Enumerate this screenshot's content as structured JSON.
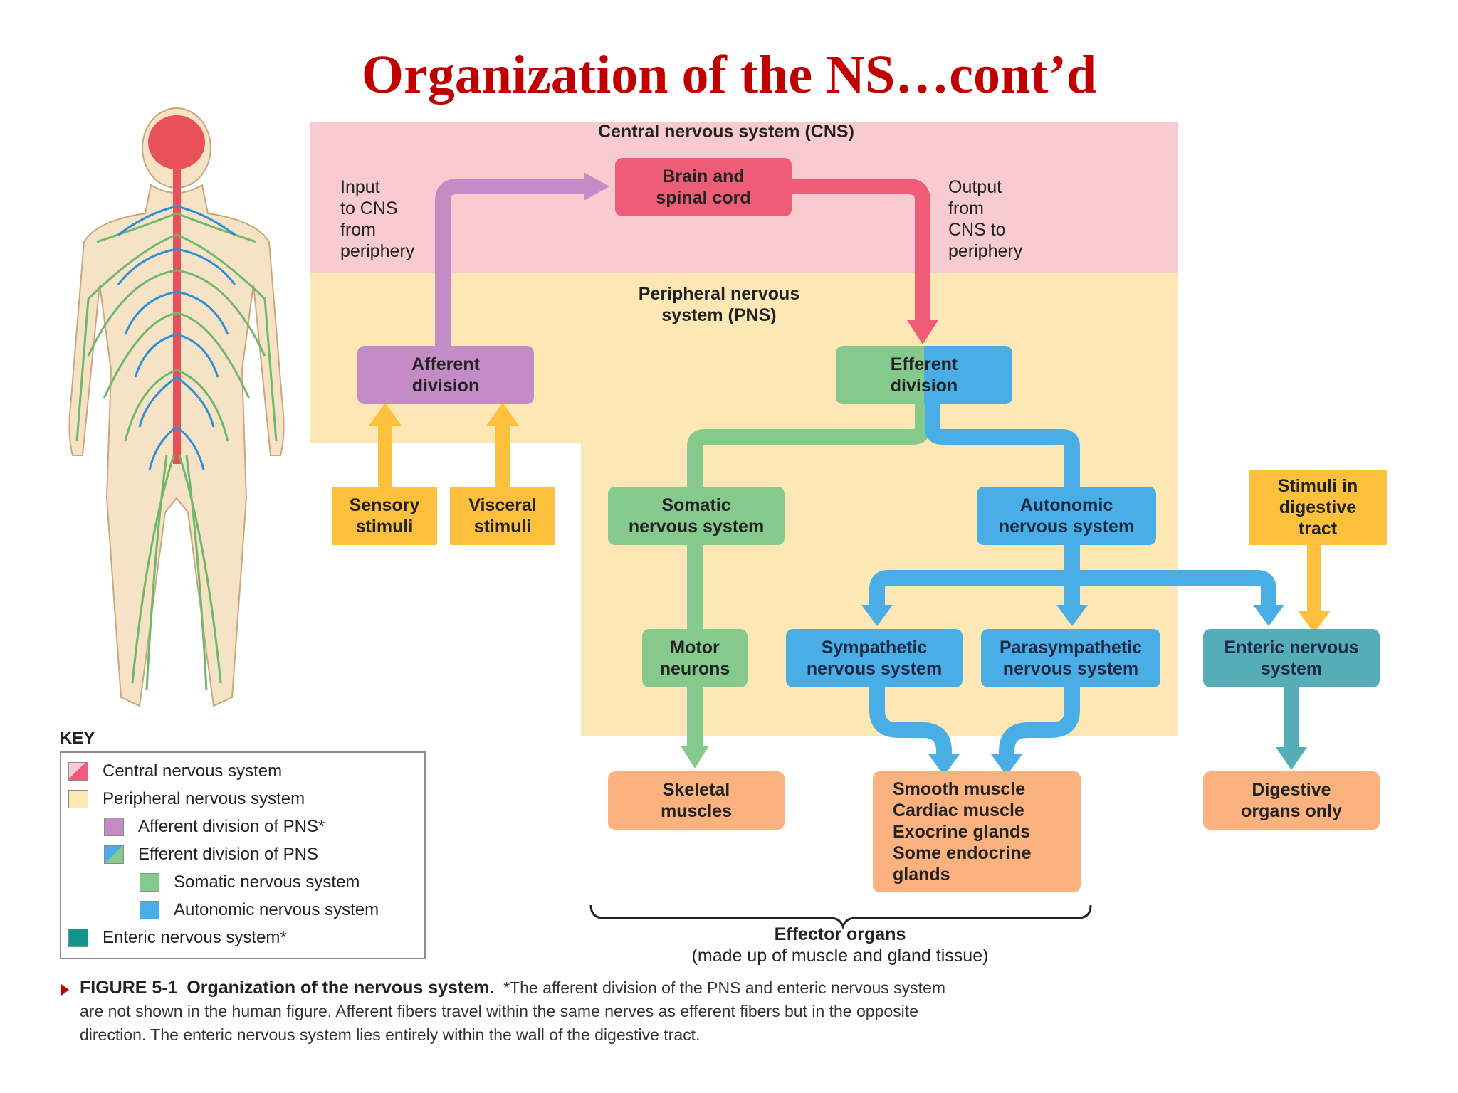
{
  "slide": {
    "title": "Organization of the NS…cont’d"
  },
  "diagram": {
    "regions": {
      "cns_label": "Central nervous system (CNS)",
      "pns_label": "Peripheral nervous\nsystem (PNS)"
    },
    "annotations": {
      "input": "Input\nto CNS\nfrom\nperiphery",
      "output": "Output\nfrom\nCNS to\nperiphery",
      "effector_title": "Effector organs",
      "effector_sub": "(made up of muscle and gland tissue)"
    },
    "boxes": {
      "brain": "Brain and\nspinal cord",
      "afferent": "Afferent\ndivision",
      "efferent": "Efferent\ndivision",
      "sensory": "Sensory\nstimuli",
      "visceral": "Visceral\nstimuli",
      "somatic": "Somatic\nnervous system",
      "autonomic": "Autonomic\nnervous system",
      "stimuli_digestive": "Stimuli in\ndigestive\ntract",
      "motor": "Motor\nneurons",
      "sympathetic": "Sympathetic\nnervous system",
      "parasympathetic": "Parasympathetic\nnervous system",
      "enteric": "Enteric nervous\nsystem",
      "skeletal": "Skeletal\nmuscles",
      "smooth": "Smooth muscle\nCardiac muscle\nExocrine glands\nSome endocrine\n  glands",
      "digestive": "Digestive\norgans only"
    },
    "colors": {
      "cns_region": "#f8cbd1",
      "pns_region": "#fde7b5",
      "pink": "#ee5c77",
      "purple": "#c48cc6",
      "yellow": "#fcc03d",
      "green": "#85c98c",
      "blue": "#4aaee6",
      "teal": "#55adb8",
      "orange": "#fbb27e",
      "title": "#c00000"
    }
  },
  "key": {
    "title": "KEY",
    "items": [
      {
        "label": "Central nervous system",
        "color": "#ee5c77"
      },
      {
        "label": "Peripheral nervous system",
        "color": "#fde7b5"
      },
      {
        "label": "Afferent division of PNS*",
        "color": "#c48cc6"
      },
      {
        "label": "Efferent division of PNS",
        "color": "#85c98c / #4aaee6"
      },
      {
        "label": "Somatic nervous system",
        "color": "#85c98c"
      },
      {
        "label": "Autonomic nervous system",
        "color": "#4aaee6"
      },
      {
        "label": "Enteric nervous system*",
        "color": "#13948f"
      }
    ]
  },
  "caption": {
    "figure": "FIGURE 5-1",
    "heading": "Organization of the nervous system.",
    "text": "*The afferent division of the PNS and enteric nervous system are not shown in the human figure. Afferent fibers travel within the same nerves as efferent fibers but in the opposite direction. The enteric nervous system lies entirely within the wall of the digestive tract."
  }
}
